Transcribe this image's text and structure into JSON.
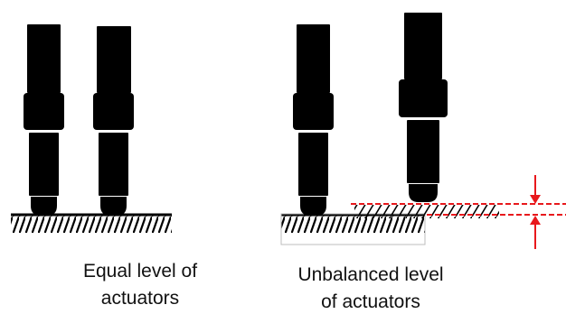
{
  "captions": {
    "left_line1": "Equal level of",
    "left_line2": "actuators",
    "right_line1": "Unbalanced level",
    "right_line2": "of actuators"
  },
  "colors": {
    "actuator": "#000000",
    "ground_hatch": "#000000",
    "offset_indicator": "#e8181c",
    "caption_text": "#111111"
  },
  "actuators": {
    "equal_level": [
      {
        "name": "left-panel-actuator-1"
      },
      {
        "name": "left-panel-actuator-2"
      }
    ],
    "unbalanced_level": [
      {
        "name": "right-panel-actuator-low"
      },
      {
        "name": "right-panel-actuator-raised"
      }
    ]
  }
}
